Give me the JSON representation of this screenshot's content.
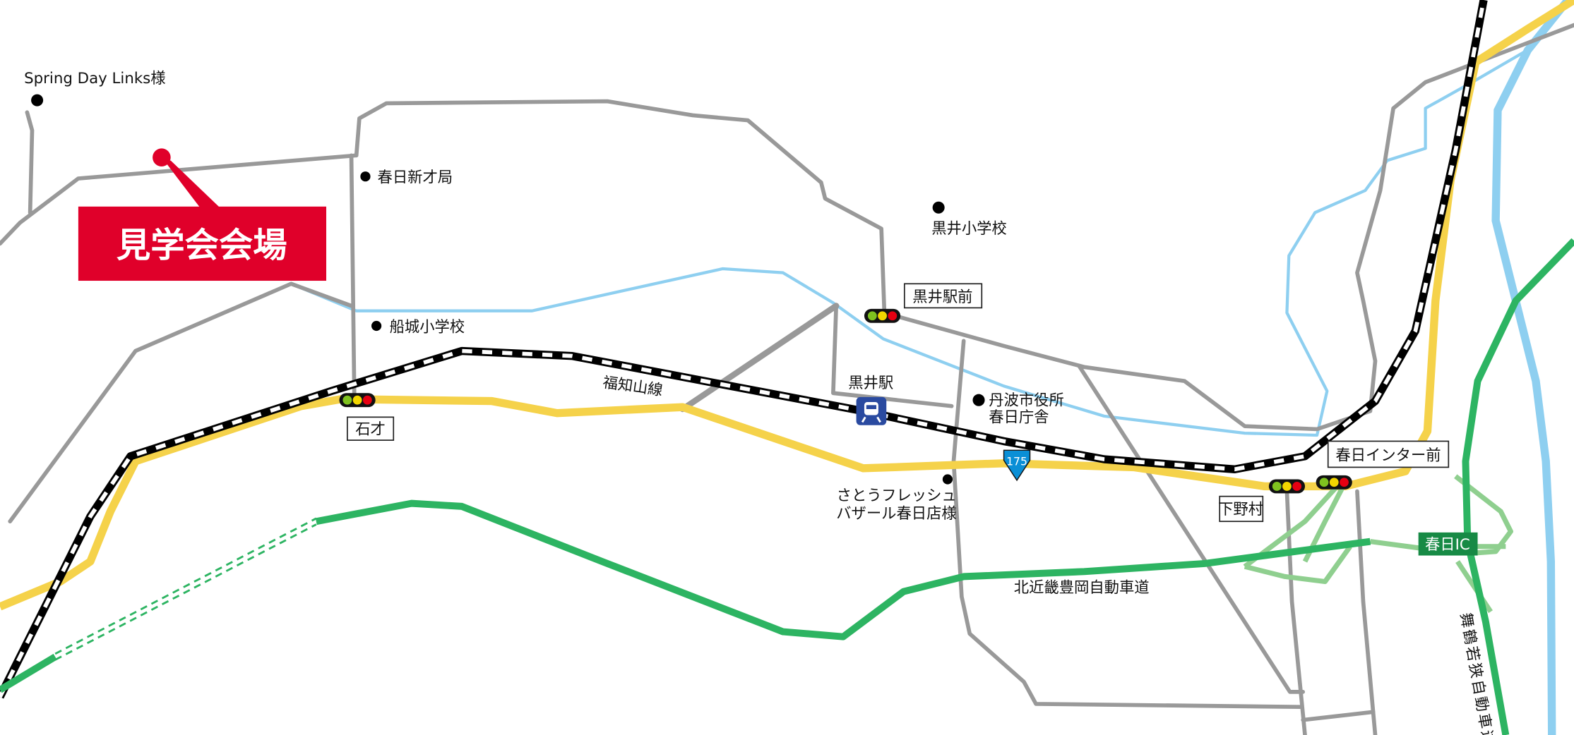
{
  "colors": {
    "venue": "#e0002a",
    "road": "#999999",
    "national_route": "#f5d24a",
    "river": "#8ecff0",
    "expressway": "#2db462",
    "ramp": "#8fcf8f",
    "route_shield": "#0a8fd6",
    "station_icon": "#2a4aa0"
  },
  "venue": {
    "label": "見学会会場"
  },
  "places": {
    "spring_day_links": "Spring Day Links様",
    "kasuga_shinsai_post": "春日新才局",
    "kuroi_elementary": "黒井小学校",
    "funaki_elementary": "船城小学校",
    "city_office_1": "丹波市役所",
    "city_office_2": "春日庁舎",
    "sato_fresh_1": "さとうフレッシュ",
    "sato_fresh_2": "バザール春日店様"
  },
  "intersections": {
    "kuroi_ekimae": "黒井駅前",
    "ishisai": "石才",
    "kasuga_inter_mae": "春日インター前",
    "shimonomura": "下野村"
  },
  "rail": {
    "line": "福知山線",
    "station": "黒井駅"
  },
  "roads": {
    "route_number": "175",
    "expressway_1": "北近畿豊岡自動車道",
    "expressway_2": "舞鶴若狭自動車道",
    "interchange": "春日IC"
  },
  "icons": [
    "train-station-icon",
    "traffic-signal-icon",
    "route-shield-icon",
    "location-dot-icon",
    "venue-pin-icon"
  ]
}
